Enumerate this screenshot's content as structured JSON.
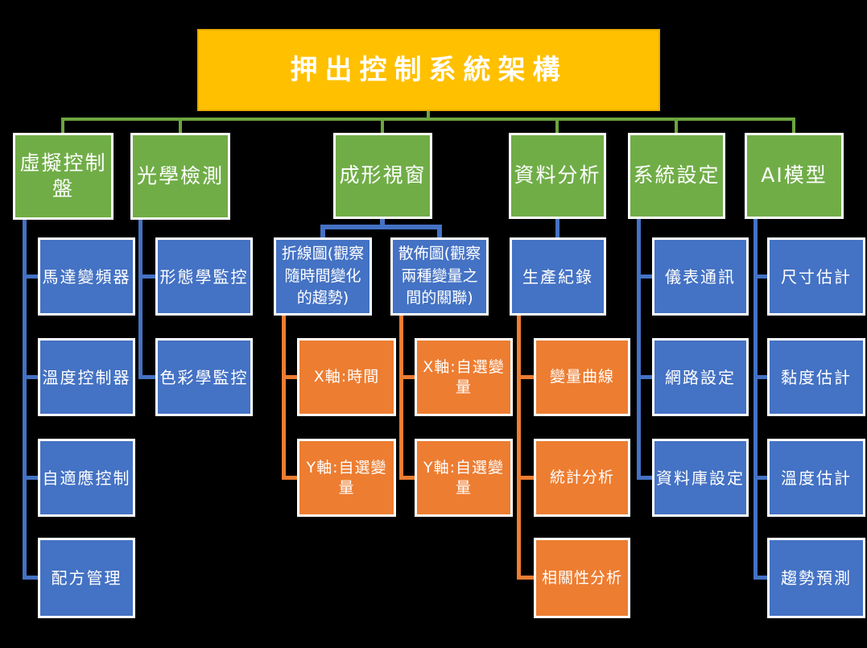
{
  "diagram_title": "押出控制系統架構",
  "branches": [
    {
      "label": "虛擬控制盤",
      "children": [
        {
          "label": "馬達變頻器"
        },
        {
          "label": "溫度控制器"
        },
        {
          "label": "自適應控制"
        },
        {
          "label": "配方管理"
        }
      ]
    },
    {
      "label": "光學檢測",
      "children": [
        {
          "label": "形態學監控"
        },
        {
          "label": "色彩學監控"
        }
      ]
    },
    {
      "label": "成形視窗",
      "children": [
        {
          "label": "折線圖(觀察隨時間變化的趨勢)",
          "children": [
            {
              "label": "X軸:時間"
            },
            {
              "label": "Y軸:自選變量"
            }
          ]
        },
        {
          "label": "散佈圖(觀察兩種變量之間的關聯)",
          "children": [
            {
              "label": "X軸:自選變量"
            },
            {
              "label": "Y軸:自選變量"
            }
          ]
        }
      ]
    },
    {
      "label": "資料分析",
      "children": [
        {
          "label": "生產紀錄",
          "children": [
            {
              "label": "變量曲線"
            },
            {
              "label": "統計分析"
            },
            {
              "label": "相關性分析"
            }
          ]
        }
      ]
    },
    {
      "label": "系統設定",
      "children": [
        {
          "label": "儀表通訊"
        },
        {
          "label": "網路設定"
        },
        {
          "label": "資料庫設定"
        }
      ]
    },
    {
      "label": "AI模型",
      "children": [
        {
          "label": "尺寸估計"
        },
        {
          "label": "黏度估計"
        },
        {
          "label": "溫度估計"
        },
        {
          "label": "趨勢預測"
        }
      ]
    }
  ],
  "colors": {
    "background": "#000000",
    "title_fill": "#FFC000",
    "branch_fill": "#70AD47",
    "level2_fill": "#4472C4",
    "level3_fill": "#ED7D31",
    "text": "#FFFFFF",
    "connector_green": "#6CA53F",
    "connector_blue": "#4472C4",
    "connector_orange": "#ED7D31"
  }
}
